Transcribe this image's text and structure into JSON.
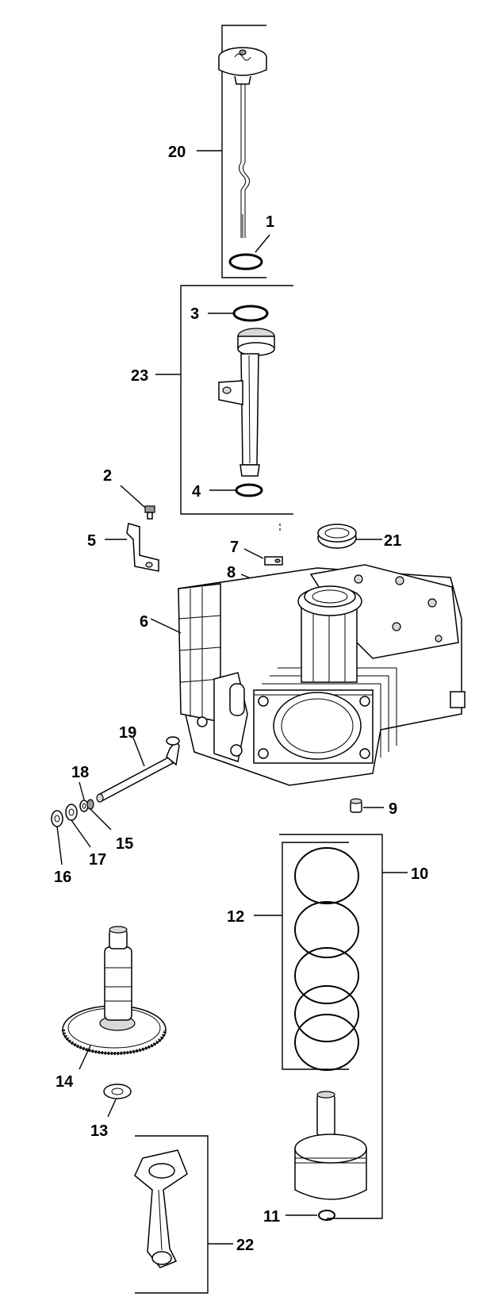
{
  "callouts": [
    {
      "id": "20",
      "label": "20",
      "part": "dipstick-assembly"
    },
    {
      "id": "1",
      "label": "1",
      "part": "o-ring-dipstick"
    },
    {
      "id": "3",
      "label": "3",
      "part": "o-ring-tube-top"
    },
    {
      "id": "23",
      "label": "23",
      "part": "oil-fill-tube"
    },
    {
      "id": "4",
      "label": "4",
      "part": "o-ring-tube-bottom"
    },
    {
      "id": "2",
      "label": "2",
      "part": "screw"
    },
    {
      "id": "5",
      "label": "5",
      "part": "bracket"
    },
    {
      "id": "21",
      "label": "21",
      "part": "oil-seal"
    },
    {
      "id": "7",
      "label": "7",
      "part": "small-plate"
    },
    {
      "id": "8",
      "label": "8",
      "part": "link"
    },
    {
      "id": "6",
      "label": "6",
      "part": "crankcase"
    },
    {
      "id": "19",
      "label": "19",
      "part": "governor-shaft"
    },
    {
      "id": "18",
      "label": "18",
      "part": "washer-small"
    },
    {
      "id": "15",
      "label": "15",
      "part": "seal-small"
    },
    {
      "id": "16",
      "label": "16",
      "part": "pushnut"
    },
    {
      "id": "17",
      "label": "17",
      "part": "washer-flat"
    },
    {
      "id": "9",
      "label": "9",
      "part": "dowel-pin"
    },
    {
      "id": "10",
      "label": "10",
      "part": "piston-assembly"
    },
    {
      "id": "12",
      "label": "12",
      "part": "piston-rings"
    },
    {
      "id": "14",
      "label": "14",
      "part": "camshaft"
    },
    {
      "id": "13",
      "label": "13",
      "part": "cam-shim"
    },
    {
      "id": "11",
      "label": "11",
      "part": "retainer-ring"
    },
    {
      "id": "22",
      "label": "22",
      "part": "connecting-rod"
    }
  ]
}
